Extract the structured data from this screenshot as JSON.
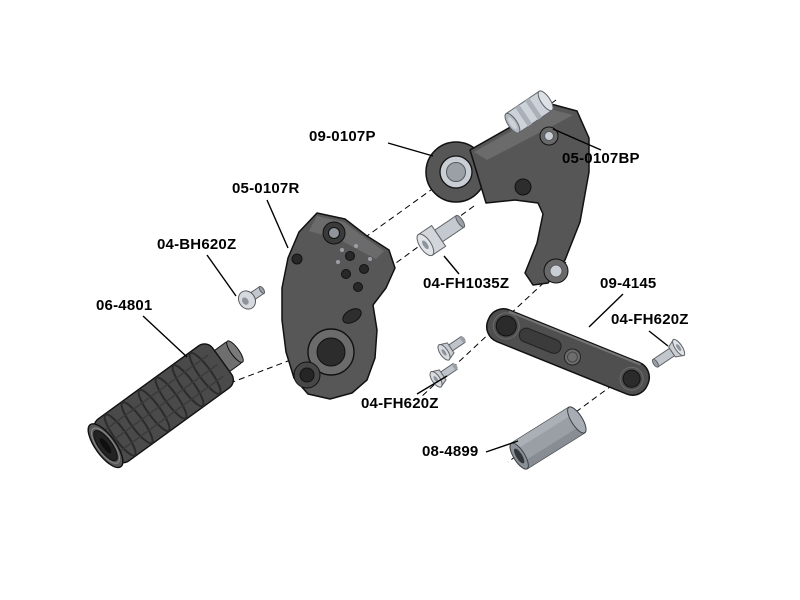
{
  "diagram": {
    "kind": "exploded-parts-diagram",
    "background_color": "#ffffff",
    "line_color": "#000000",
    "dark_part_color": "#4f4f4f",
    "light_part_color": "#d3d7dc",
    "labels": [
      {
        "text": "09-0107P"
      },
      {
        "text": "05-0107BP"
      },
      {
        "text": "05-0107R"
      },
      {
        "text": "04-BH620Z"
      },
      {
        "text": "06-4801"
      },
      {
        "text": "04-FH1035Z"
      },
      {
        "text": "09-4145"
      },
      {
        "text": "04-FH620Z"
      },
      {
        "text": "04-FH620Z"
      },
      {
        "text": "08-4899"
      }
    ]
  }
}
